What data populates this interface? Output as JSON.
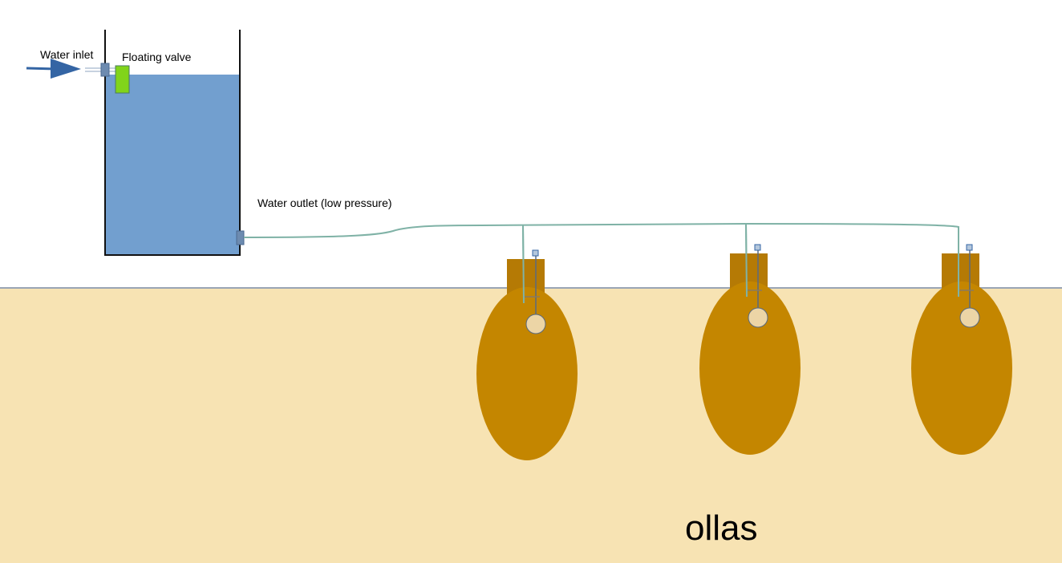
{
  "labels": {
    "water_inlet": "Water inlet",
    "floating_valve": "Floating valve",
    "water_outlet": "Water outlet (low pressure)",
    "ollas": "ollas"
  },
  "colors": {
    "water": "#729fcf",
    "soil": "#f7e3b3",
    "olla_body": "#c48600",
    "olla_neck": "#b57a05",
    "valve": "#81d41a",
    "pipe": "#7fb2a6",
    "arrow": "#3465a4"
  }
}
